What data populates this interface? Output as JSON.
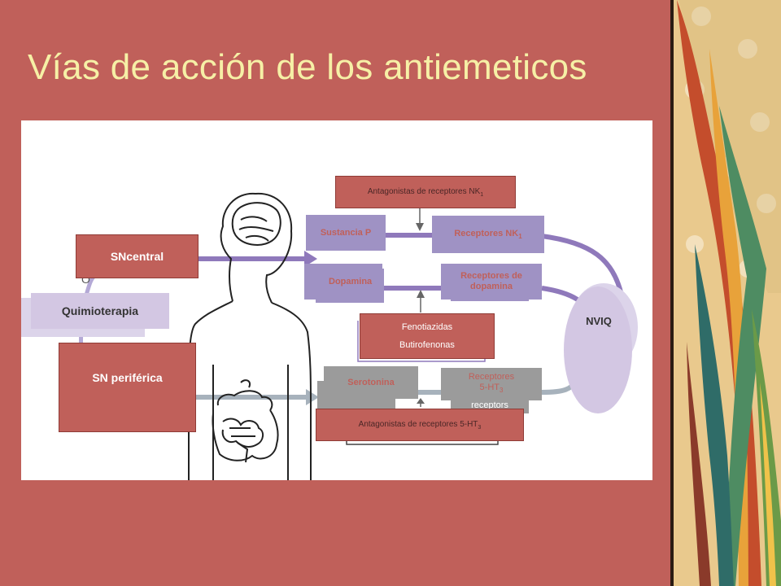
{
  "slide": {
    "title": "Vías de acción de los antiemeticos"
  },
  "diagram": {
    "sources": {
      "sn_central": "SNcentral",
      "quimioterapia": "Quimioterapia",
      "sn_periferica": "SN periférica"
    },
    "neurotransmitters": {
      "sustancia_p": "Sustancia P",
      "dopamina": "Dopamina",
      "serotonina": "Serotonina"
    },
    "receptors": {
      "nk1": "Receptores  NK",
      "nk1_sub": "1",
      "dopamina_line1": "Receptores  de",
      "dopamina_line2": "dopamina",
      "ht3_line1": "Receptores",
      "ht3_line2": "5-HT",
      "ht3_sub": "3",
      "ht3_back_label": "receptors"
    },
    "drugs": {
      "nk1_antagonists": "Antagonistas de receptores NK",
      "nk1_antagonists_sub": "1",
      "fenotiazidas": "Fenotiazidas",
      "butirofenonas": "Butirofenonas",
      "ht3_antagonists": "Antagonistas de receptores 5-HT",
      "ht3_antagonists_sub": "3"
    },
    "outcome": "NVIQ"
  },
  "colors": {
    "slide_bg": "#c0605a",
    "title": "#f6f0a6",
    "lavender": "#9f92c4",
    "lavender_light": "#d3c7e3",
    "gray": "#9b9b9b",
    "red_box": "#c0605a"
  }
}
